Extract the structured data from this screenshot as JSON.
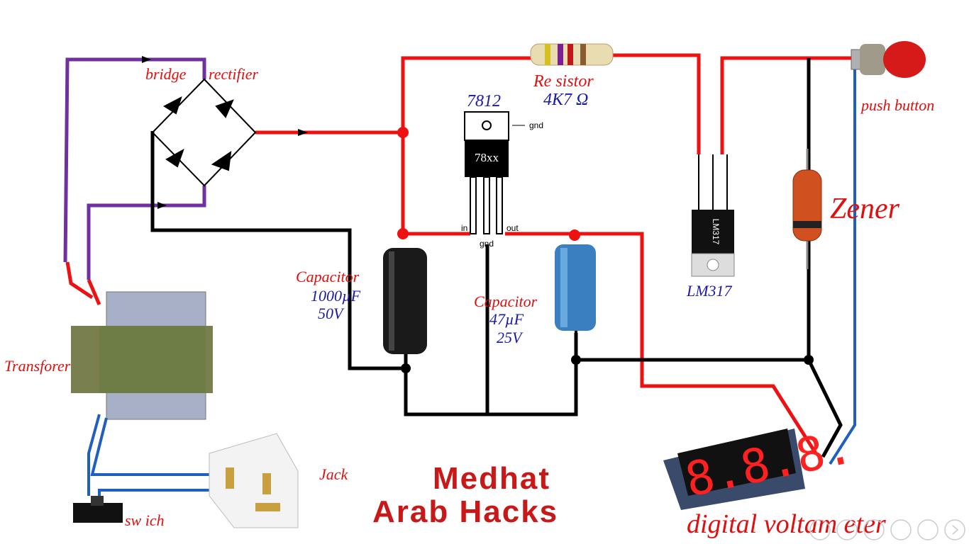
{
  "colors": {
    "positive_wire": "#ee1111",
    "ground_wire": "#000000",
    "ac_wire": "#7030a0",
    "switch_wire": "#1f5fbf",
    "label": "#e01010",
    "value_label": "#1a1aa8"
  },
  "labels": {
    "bridge": "bridge",
    "rectifier": "rectifier",
    "resistor": "Re sistor",
    "resistor_value": "4K7 Ω",
    "regulator": "7812",
    "regulator_body": "78xx",
    "pin_gnd_tab": "gnd",
    "pin_in": "in",
    "pin_gnd": "gnd",
    "pin_out": "out",
    "lm317_body": "LM317",
    "lm317": "LM317",
    "zener": "Zener",
    "push_button": "push button",
    "cap1": "Capacitor",
    "cap1_value": "1000µF",
    "cap1_voltage": "50V",
    "cap2": "Capacitor",
    "cap2_value": "47µF",
    "cap2_voltage": "25V",
    "transformer": "Transforer",
    "jack": "Jack",
    "switch": "sw ich",
    "voltmeter": "digital voltam eter",
    "voltmeter_display": "8.8.8."
  },
  "watermark": {
    "line1": "Medhat",
    "line2": "Arab Hacks"
  },
  "player_controls": [
    "zoom-out-icon",
    "search-icon",
    "slides-icon",
    "pen-icon",
    "previous-icon",
    "next-icon"
  ]
}
